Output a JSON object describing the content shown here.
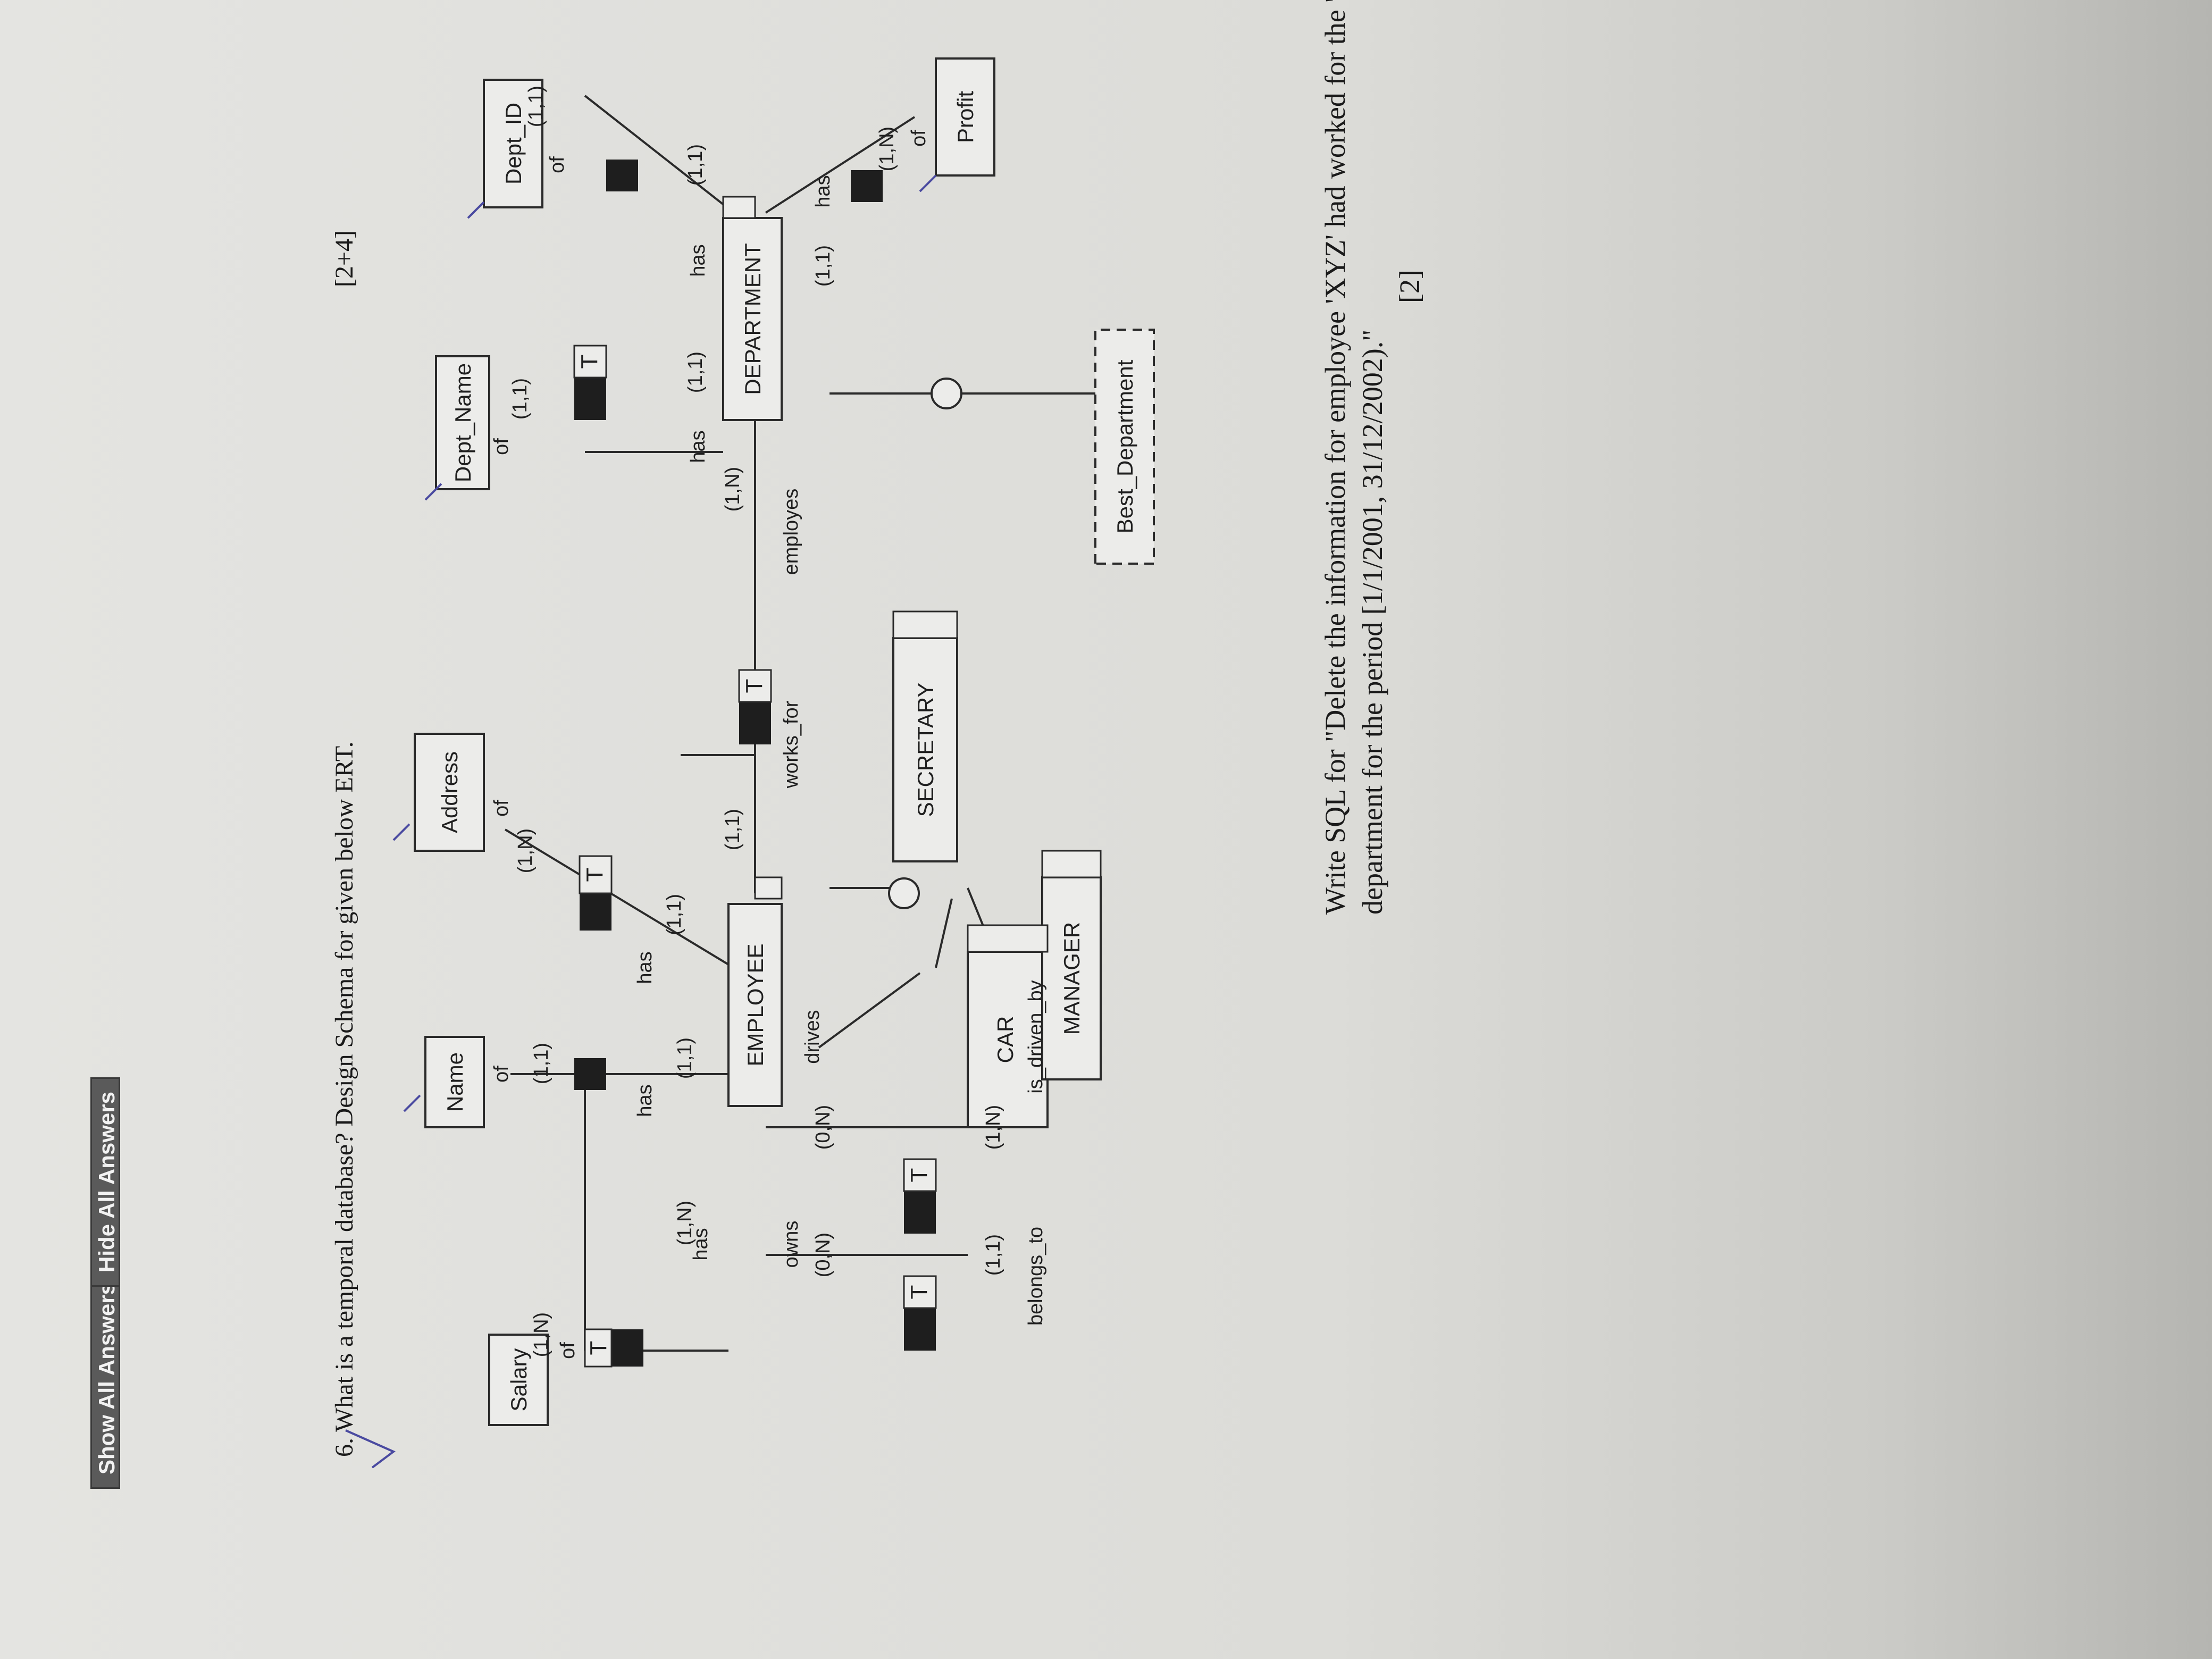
{
  "buttons": {
    "show_all": "Show All Answers",
    "hide_all": "Hide All Answers"
  },
  "question6": {
    "text": "6. What is a temporal database? Design Schema for given below ERT.",
    "marks": "[2+4]"
  },
  "diagram": {
    "entities": {
      "salary": "Salary",
      "name": "Name",
      "address": "Address",
      "dept_name": "Dept_Name",
      "dept_id": "Dept_ID",
      "profit": "Profit",
      "employee": "EMPLOYEE",
      "department": "DEPARTMENT",
      "car": "CAR",
      "secretary": "SECRETARY",
      "manager": "MANAGER",
      "best_department": "Best_Department",
      "t_marker": "T"
    },
    "relations": {
      "of": "of",
      "has": "has",
      "works_for": "works_for",
      "employes": "employes",
      "drives": "drives",
      "owns": "owns",
      "belongs_to": "belongs_to",
      "is_driven_by": "is_driven_by"
    },
    "cardinality": {
      "one_one": "(1,1)",
      "one_n": "(1,N)",
      "zero_n": "(0,N)"
    }
  },
  "question_sql": {
    "line1": "Write SQL for \"Delete the information for employee 'XYZ' had worked for the 'R & D'",
    "line2": "department for the period [1/1/2001, 31/12/2002).\"",
    "marks": "[2]"
  }
}
